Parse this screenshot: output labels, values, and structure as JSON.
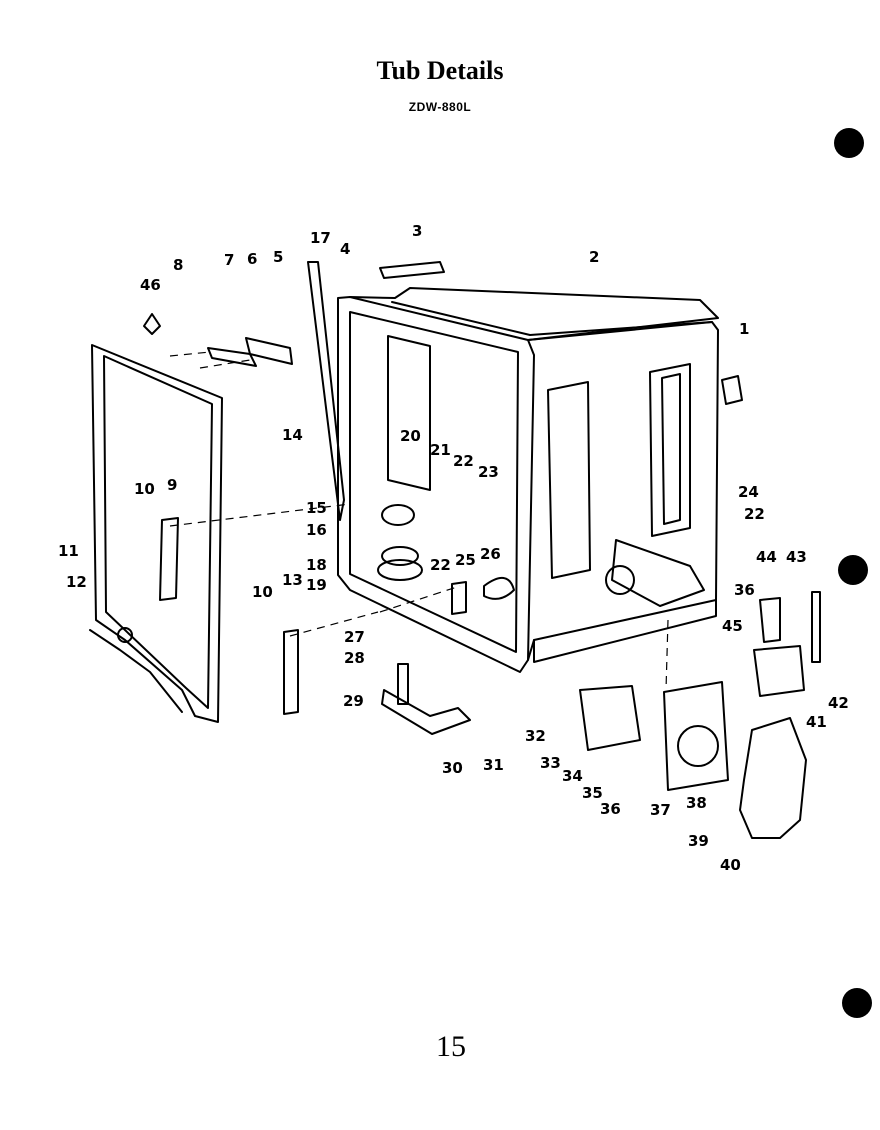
{
  "title": "Tub Details",
  "subtitle": "ZDW-880L",
  "page_number": "15",
  "part_labels": [
    "1",
    "2",
    "3",
    "4",
    "5",
    "6",
    "7",
    "8",
    "9",
    "10",
    "10",
    "11",
    "12",
    "13",
    "14",
    "15",
    "16",
    "17",
    "18",
    "19",
    "20",
    "21",
    "22",
    "22",
    "22",
    "23",
    "24",
    "25",
    "26",
    "27",
    "28",
    "29",
    "30",
    "31",
    "32",
    "33",
    "34",
    "35",
    "36",
    "36",
    "37",
    "38",
    "39",
    "40",
    "41",
    "42",
    "43",
    "44",
    "45",
    "46"
  ]
}
